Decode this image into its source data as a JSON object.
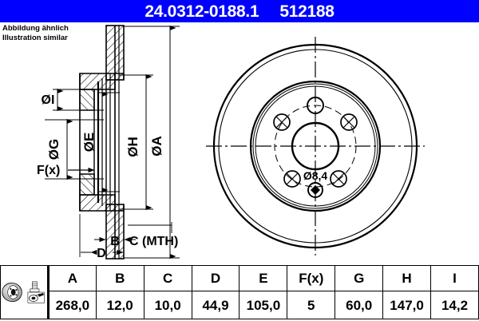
{
  "header": {
    "part_number": "24.0312-0188.1",
    "ate_number": "512188",
    "background_color": "#0000ff",
    "text_color": "#ffffff"
  },
  "notice": {
    "line_de": "Abbildung ähnlich",
    "line_en": "Illustration similar"
  },
  "drawing": {
    "section_view": {
      "dimension_labels": [
        {
          "key": "I",
          "label": "ØI"
        },
        {
          "key": "G",
          "label": "ØG"
        },
        {
          "key": "E",
          "label": "ØE"
        },
        {
          "key": "H",
          "label": "ØH"
        },
        {
          "key": "A",
          "label": "ØA"
        },
        {
          "key": "Fx",
          "label": "F(x)"
        },
        {
          "key": "B",
          "label": "B"
        },
        {
          "key": "C",
          "label": "C (MTH)"
        },
        {
          "key": "D",
          "label": "D"
        }
      ]
    },
    "front_view": {
      "bolt_hole_note": "Ø8,4",
      "bolt_hole_count": 5
    }
  },
  "table": {
    "headers": [
      "A",
      "B",
      "C",
      "D",
      "E",
      "F(x)",
      "G",
      "H",
      "I"
    ],
    "values": [
      "268,0",
      "12,0",
      "10,0",
      "44,9",
      "105,0",
      "5",
      "60,0",
      "147,0",
      "14,2"
    ],
    "icons": [
      "brake-disc-icon",
      "bolt-and-gauge-icon"
    ]
  },
  "chart_data": {
    "type": "table",
    "title": "24.0312-0188.1 512188",
    "categories": [
      "A",
      "B",
      "C",
      "D",
      "E",
      "F(x)",
      "G",
      "H",
      "I"
    ],
    "values": [
      268.0,
      12.0,
      10.0,
      44.9,
      105.0,
      5,
      60.0,
      147.0,
      14.2
    ],
    "annotations": [
      "Ø8,4"
    ]
  }
}
